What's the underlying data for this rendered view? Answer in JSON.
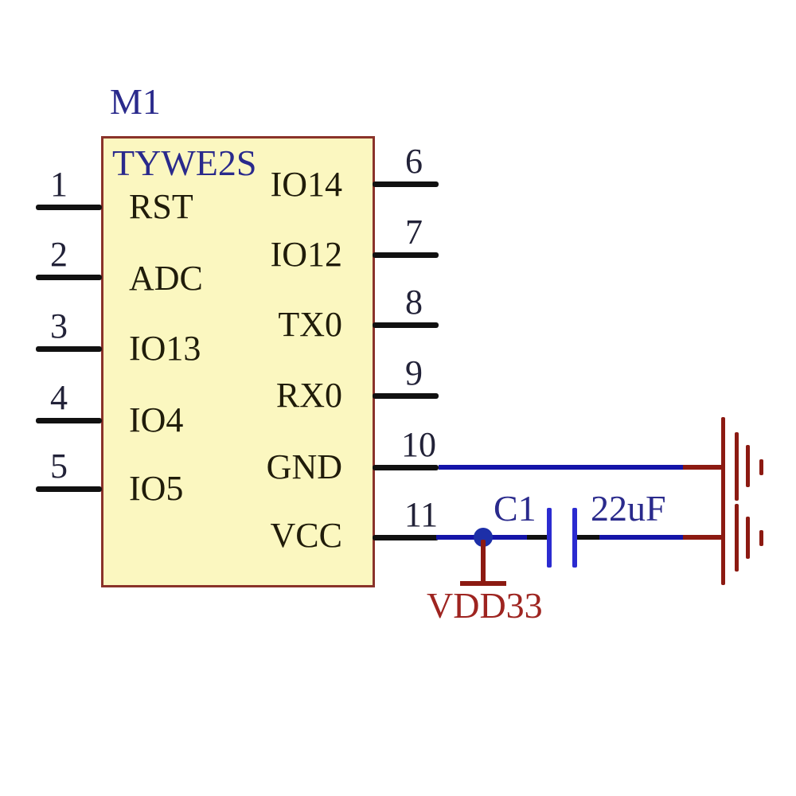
{
  "component": {
    "designator": "M1",
    "part_name": "TYWE2S",
    "left_pins": [
      {
        "number": "1",
        "name": "RST"
      },
      {
        "number": "2",
        "name": "ADC"
      },
      {
        "number": "3",
        "name": "IO13"
      },
      {
        "number": "4",
        "name": "IO4"
      },
      {
        "number": "5",
        "name": "IO5"
      }
    ],
    "right_pins": [
      {
        "number": "6",
        "name": "IO14"
      },
      {
        "number": "7",
        "name": "IO12"
      },
      {
        "number": "8",
        "name": "TX0"
      },
      {
        "number": "9",
        "name": "RX0"
      },
      {
        "number": "10",
        "name": "GND"
      },
      {
        "number": "11",
        "name": "VCC"
      }
    ]
  },
  "capacitor": {
    "designator": "C1",
    "value": "22uF"
  },
  "power_net": {
    "label": "VDD33"
  },
  "colors": {
    "chip_fill": "#FBF7C0",
    "chip_border": "#8A332A",
    "designator_text_blue": "#2A2A8C",
    "pin_name_text": "#201C0A",
    "pin_number_text": "#222238",
    "wire_blue": "#1414A8",
    "wire_dark_red": "#8C1A12",
    "power_label_red": "#9E2420",
    "pin_stub_black": "#111111",
    "capacitor_plate_blue": "#2B2BD0"
  }
}
